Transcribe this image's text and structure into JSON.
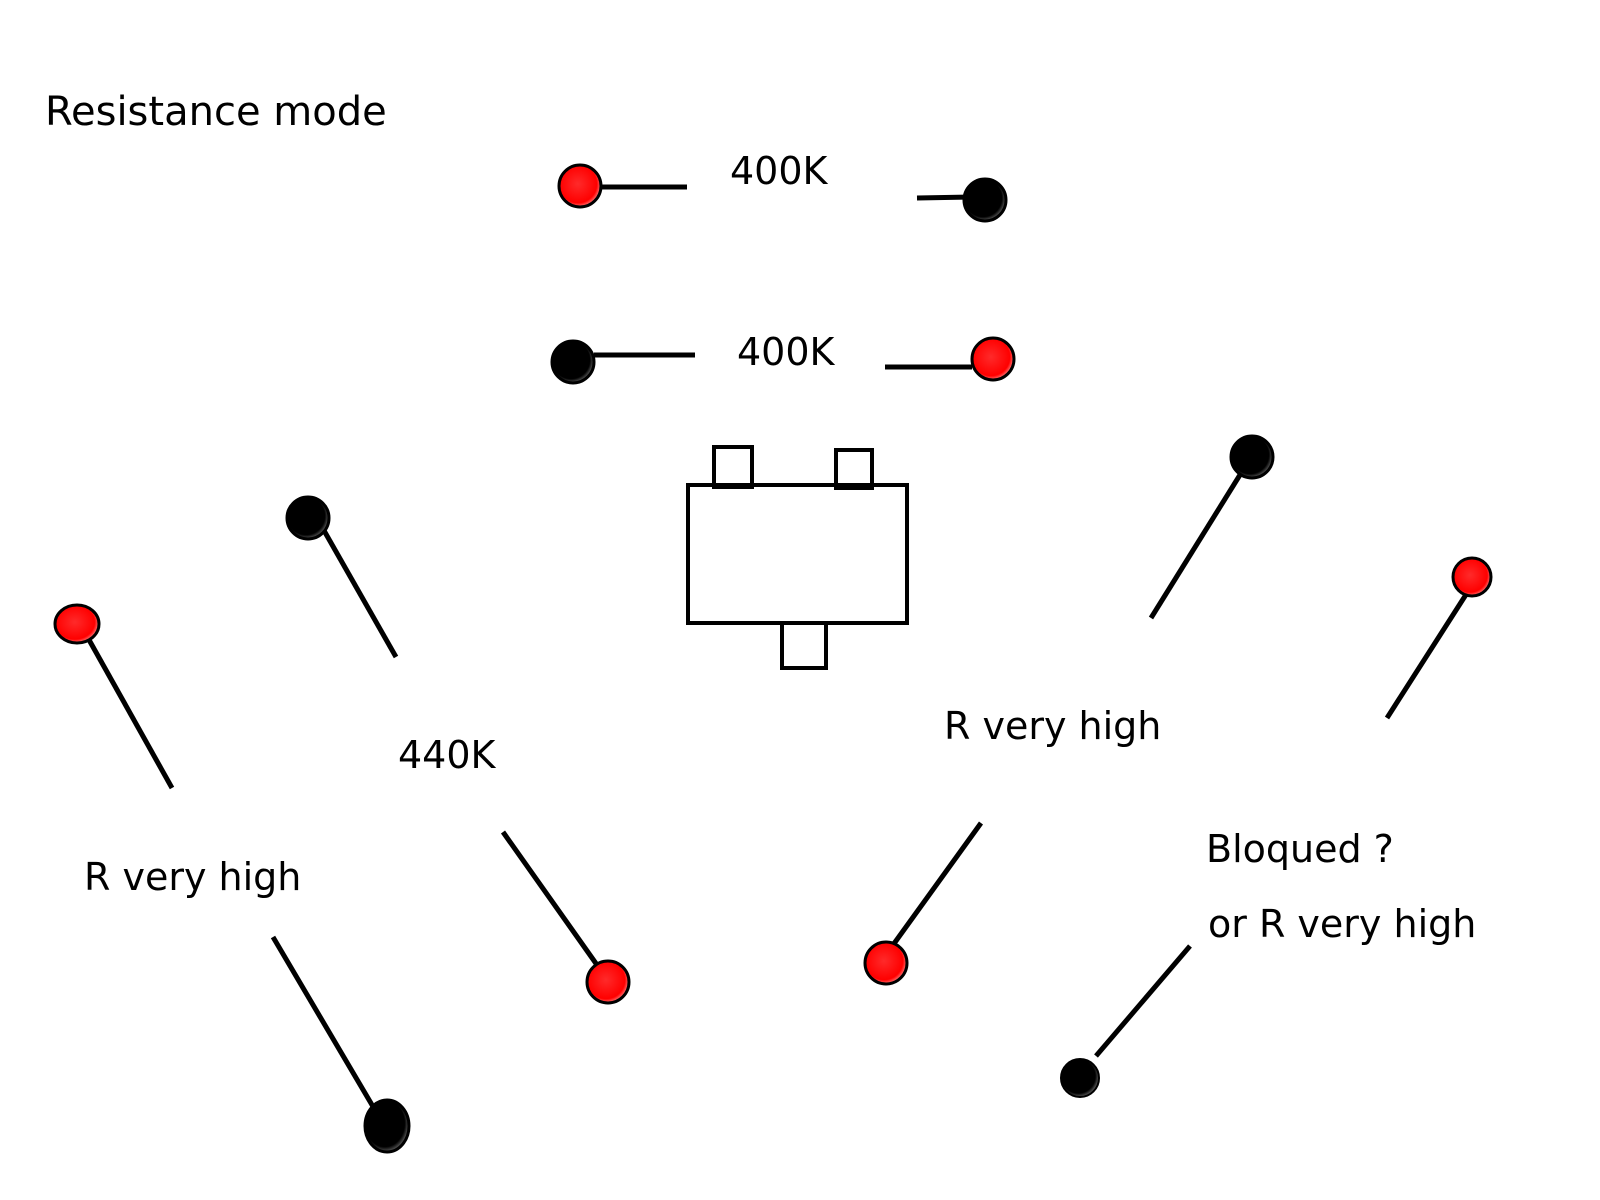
{
  "title": "Resistance mode",
  "colors": {
    "probe_red": "#ff0000",
    "probe_black": "#000000",
    "line": "#000000",
    "background": "#ffffff"
  },
  "component": {
    "type": "3-pin package",
    "pins": 3
  },
  "measurements": [
    {
      "id": "m1",
      "probe_left": "red",
      "probe_right": "black",
      "reading": "400K"
    },
    {
      "id": "m2",
      "probe_left": "black",
      "probe_right": "red",
      "reading": "400K"
    },
    {
      "id": "m3",
      "probe_top": "black",
      "probe_bottom": "red",
      "reading": "440K"
    },
    {
      "id": "m4",
      "probe_top": "red",
      "probe_bottom": "black",
      "reading": "R very high"
    },
    {
      "id": "m5",
      "probe_top": "black",
      "probe_bottom": "red",
      "reading": "R very high"
    },
    {
      "id": "m6",
      "probe_top": "red",
      "probe_bottom": "black",
      "reading_line1": "Bloqued ?",
      "reading_line2": "or R very high"
    }
  ]
}
